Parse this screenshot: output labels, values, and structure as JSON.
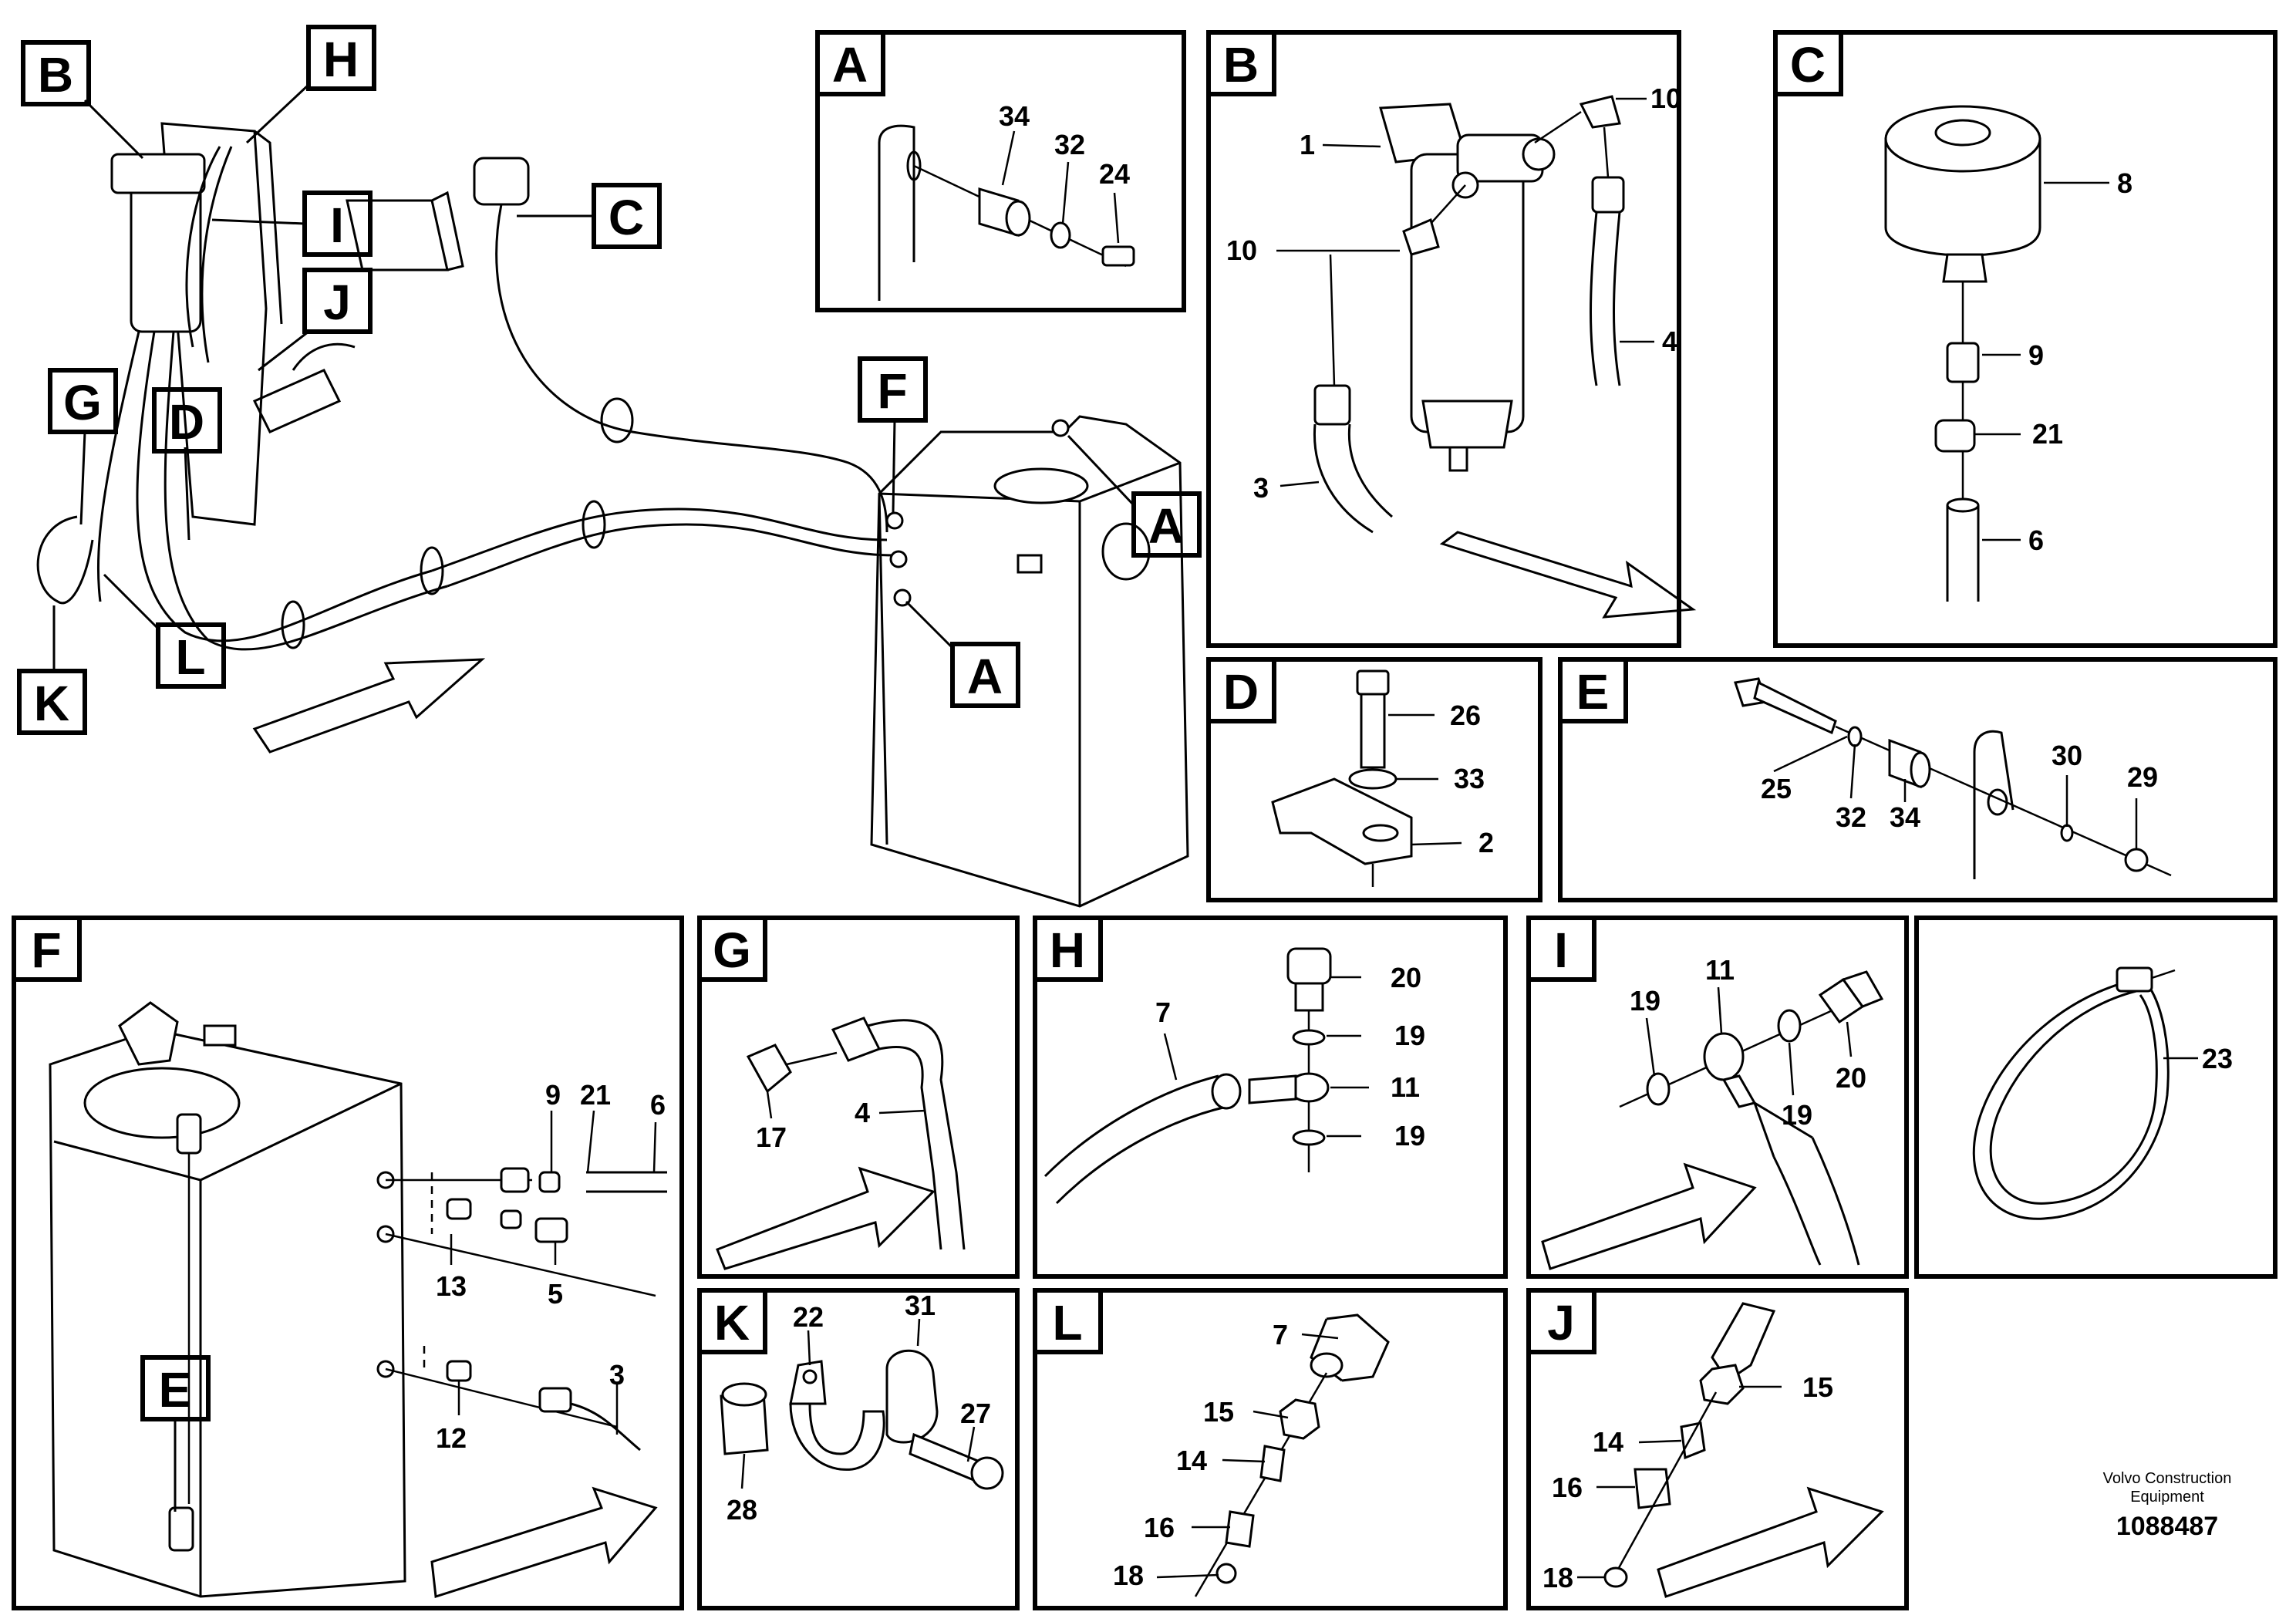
{
  "callouts_main": [
    "B",
    "H",
    "I",
    "C",
    "J",
    "G",
    "D",
    "F",
    "A",
    "A",
    "K",
    "L"
  ],
  "panel_titles": {
    "A": "A",
    "B": "B",
    "C": "C",
    "D": "D",
    "E": "E",
    "F": "F",
    "G": "G",
    "H": "H",
    "I": "I",
    "K": "K",
    "L": "L",
    "J": "J"
  },
  "panel_F_inner_callout": "E",
  "labels": {
    "A": [
      "34",
      "32",
      "24"
    ],
    "B": [
      "1",
      "10",
      "10",
      "4",
      "3"
    ],
    "C": [
      "8",
      "9",
      "21",
      "6"
    ],
    "D": [
      "26",
      "33",
      "2"
    ],
    "E": [
      "25",
      "32",
      "34",
      "30",
      "29"
    ],
    "F": [
      "9",
      "21",
      "6",
      "13",
      "5",
      "3",
      "12"
    ],
    "G": [
      "17",
      "4"
    ],
    "H": [
      "7",
      "20",
      "19",
      "11",
      "19"
    ],
    "I": [
      "19",
      "11",
      "19",
      "20"
    ],
    "band": [
      "23"
    ],
    "K": [
      "22",
      "31",
      "27",
      "28"
    ],
    "L": [
      "7",
      "15",
      "14",
      "16",
      "18"
    ],
    "J": [
      "15",
      "14",
      "16",
      "18"
    ]
  },
  "footer": {
    "company_line1": "Volvo Construction",
    "company_line2": "Equipment",
    "drawing_number": "1088487"
  }
}
